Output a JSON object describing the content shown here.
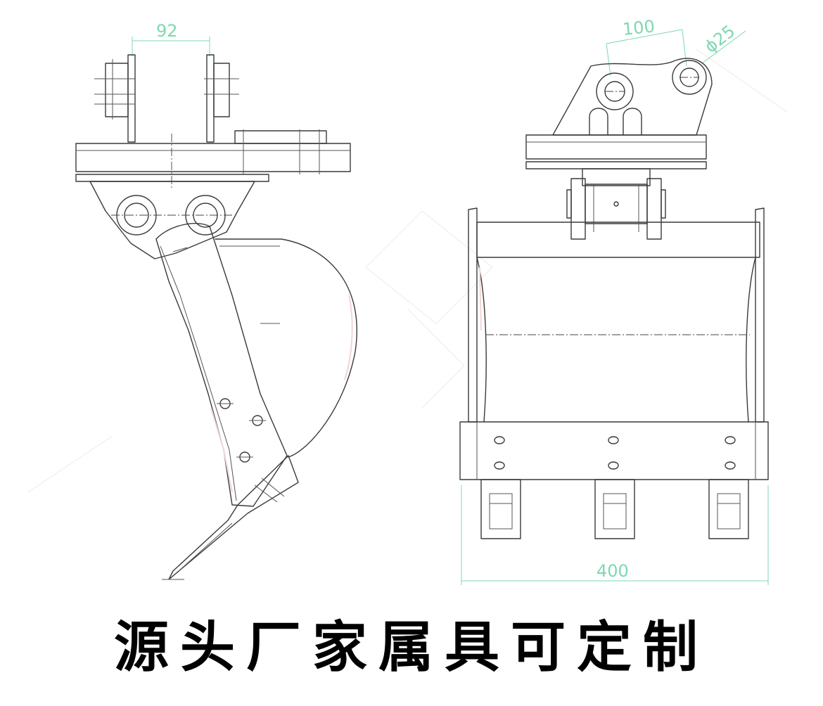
{
  "caption": "源头厂家属具可定制",
  "dimensions": {
    "side_width": "92",
    "pin_spacing": "100",
    "pin_diameter": "ϕ25",
    "bucket_width": "400"
  },
  "colors": {
    "dimension": "#7fd8b0",
    "line": "#3a3a3a",
    "caption": "#000000"
  }
}
